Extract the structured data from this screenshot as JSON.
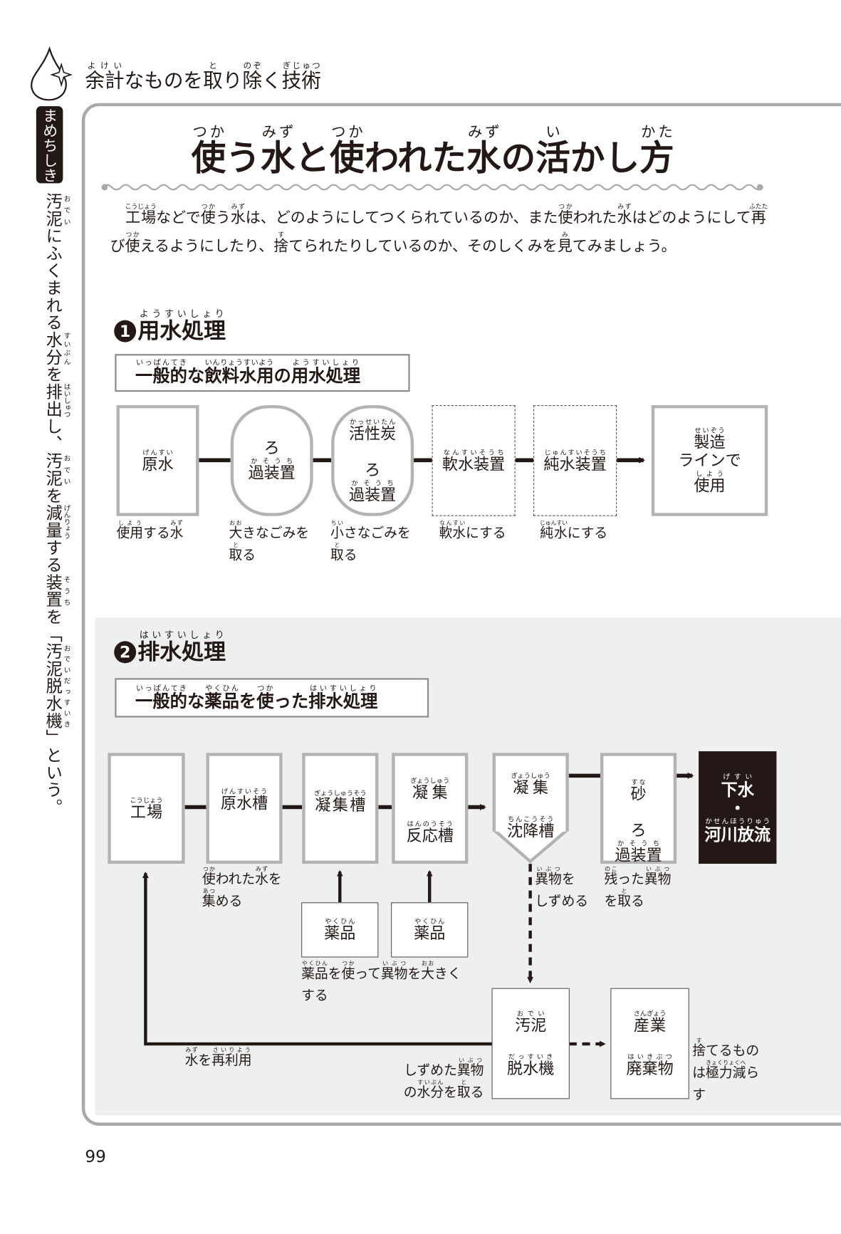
{
  "header": {
    "title": "{余計|よけい}なものを{取|と}り{除|のぞ}く{技術|ぎじゅつ}"
  },
  "side": {
    "tab": "まめちしき",
    "note": "{汚泥|おでい}にふくまれる{水分|すいぶん}を{排出|はいしゅつ}し、{汚泥|おでい}を{減量|げんりょう}する{装置|そうち}を「{汚泥脱水機|おでいだっすいき}」という。"
  },
  "title": "{使|つか}う{水|みず}と{使|つか}われた{水|みず}の{活|い}かし{方|かた}",
  "intro": "{工場|こうじょう}などで{使|つか}う{水|みず}は、どのようにしてつくられているのか、また{使|つか}われた{水|みず}はどのようにして{再|ふたた}び{使|つか}えるようにしたり、{捨|す}てられたりしているのか、そのしくみを{見|み}てみましょう。",
  "section1": {
    "number": "1",
    "heading": "{用水処理|ようすいしょり}",
    "subtitle": "{一般的|いっぱんてき}な{飲料水用|いんりょうすいよう}の{用水処理|ようすいしょり}",
    "steps": [
      {
        "label": "{原水|げんすい}",
        "caption": "{使用|しよう}する{水|みず}"
      },
      {
        "label": "ろ{過装置|かそうち}",
        "caption": "{大|おお}きなごみを{取|と}る"
      },
      {
        "label": "{活性炭|かっせいたん}<br>ろ{過装置|かそうち}",
        "caption": "{小|ちい}さなごみを{取|と}る"
      },
      {
        "label": "{軟水装置|なんすいそうち}",
        "caption": "{軟水|なんすい}にする"
      },
      {
        "label": "{純水装置|じゅんすいそうち}",
        "caption": "{純水|じゅんすい}にする"
      },
      {
        "label": "{製造|せいぞう}ラインで<br>{使用|しよう}"
      }
    ]
  },
  "section2": {
    "number": "2",
    "heading": "{排水処理|はいすいしょり}",
    "subtitle": "{一般的|いっぱんてき}な{薬品|やくひん}を{使|つか}った{排水処理|はいすいしょり}",
    "steps": [
      {
        "label": "{工場|こうじょう}"
      },
      {
        "label": "{原水槽|げんすいそう}",
        "caption": "{使|つか}われた{水|みず}を<br>{集|あつ}める"
      },
      {
        "label": "{凝集槽|ぎょうしゅうそう}"
      },
      {
        "label": "{凝集|ぎょうしゅう}<br>{反応槽|はんのうそう}"
      },
      {
        "label": "{凝集|ぎょうしゅう}<br>{沈降槽|ちんこうそう}",
        "caption": "{異物|いぶつ}を<br>しずめる"
      },
      {
        "label": "{砂|すな}<br>ろ{過装置|かそうち}",
        "caption": "{残|のこ}った{異物|いぶつ}<br>を{取|と}る"
      },
      {
        "label": "{下水|げすい}・<br>{河川放流|かせんほうりゅう}"
      }
    ],
    "chemicals": [
      "{薬品|やくひん}",
      "{薬品|やくひん}"
    ],
    "chemical_caption": "{薬品|やくひん}を{使|つか}って{異物|いぶつ}を{大|おお}きく<br>する",
    "dewater": {
      "label": "{汚泥|おでい}<br>{脱水機|だっすいき}",
      "caption": "しずめた{異物|いぶつ}<br>の{水分|すいぶん}を{取|と}る"
    },
    "waste": {
      "label": "{産業|さんぎょう}<br>{廃棄物|はいきぶつ}",
      "caption": "{捨|す}てるもの<br>は{極力減|きょくりょくへ}ら<br>す"
    },
    "reuse_caption": "{水|みず}を{再利用|さいりよう}"
  },
  "page_number": "99"
}
